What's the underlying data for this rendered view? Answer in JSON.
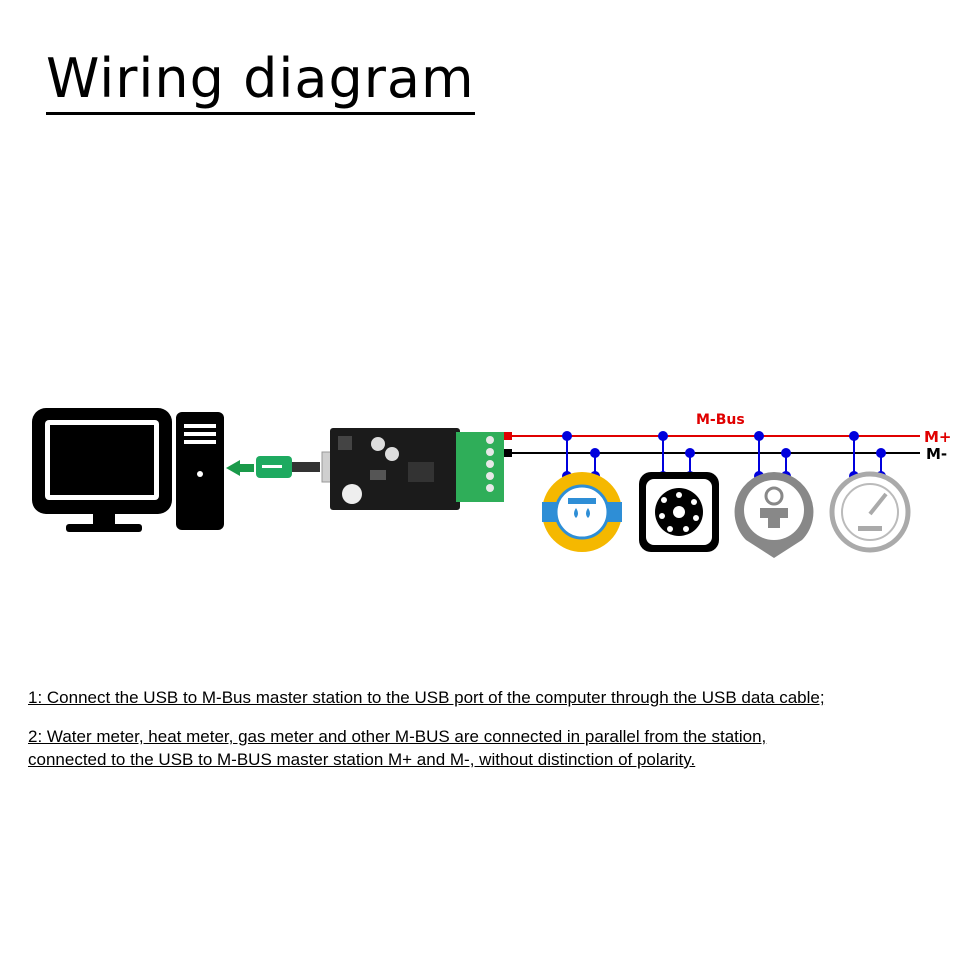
{
  "title": "Wiring diagram",
  "bus": {
    "title": "M-Bus",
    "positive_label": "M+",
    "negative_label": "M-",
    "colors": {
      "positive": "#e00000",
      "negative": "#000000",
      "tap": "#0000dd"
    }
  },
  "devices": {
    "computer": "computer-icon",
    "usb_cable": "usb-cable-icon",
    "master_station": "usb-mbus-module",
    "meters": [
      "water-meter-icon",
      "heat-meter-icon",
      "gas-meter-icon",
      "pressure-gauge-icon"
    ]
  },
  "notes": [
    "1: Connect the USB to M-Bus master station to the USB port of the computer through the USB data cable;",
    "2: Water meter, heat meter, gas meter and other M-BUS are connected in parallel from the station,",
    "connected to the USB to M-BUS master station M+ and M-, without distinction of polarity."
  ]
}
